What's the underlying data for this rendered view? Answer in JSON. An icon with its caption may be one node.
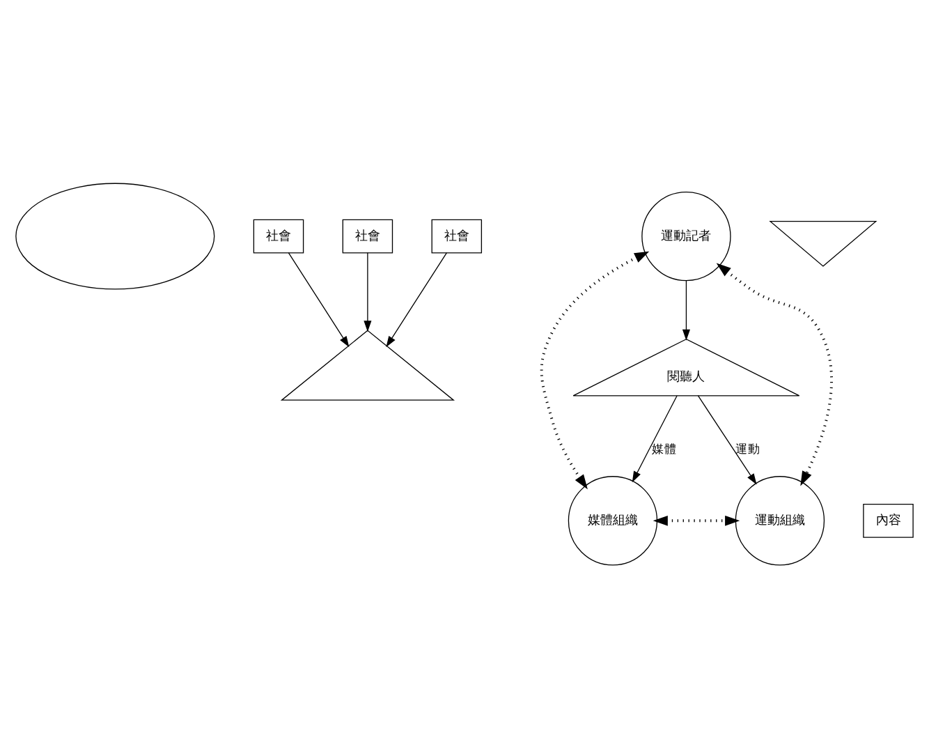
{
  "diagram": {
    "nodes": [
      {
        "text": [],
        "shape": "ellipse"
      },
      {
        "text": [],
        "shape": "triangle"
      },
      {
        "text": [
          "運動記者"
        ]
      },
      {
        "text": [
          "社會"
        ]
      },
      {
        "text": [
          "社會"
        ]
      },
      {
        "text": [],
        "shape": "triangle"
      },
      {
        "text": [
          "閱聽人"
        ]
      },
      {
        "text": [
          "媒體組織"
        ]
      },
      {
        "text": [
          "內容"
        ]
      },
      {
        "text": [
          "運動組織"
        ]
      },
      {
        "text": [
          "社會"
        ]
      }
    ],
    "edges": [
      {
        "from": 3,
        "to": 1,
        "arrow": "to"
      },
      {
        "from": 4,
        "to": 1,
        "arrow": "to"
      },
      {
        "from": 10,
        "to": 1,
        "arrow": "to"
      },
      {
        "from": 2,
        "to": 6,
        "arrow": "to"
      },
      {
        "from": 6,
        "to": 7,
        "arrow": "to",
        "label": "媒體"
      },
      {
        "from": 6,
        "to": 9,
        "arrow": "to",
        "label": "運動"
      },
      {
        "from": 2,
        "to": 7,
        "arrow": "both",
        "style": "dashed"
      },
      {
        "from": 2,
        "to": 9,
        "arrow": "both",
        "style": "dashed"
      },
      {
        "from": 7,
        "to": 9,
        "arrow": "both",
        "style": "dashed"
      }
    ]
  }
}
